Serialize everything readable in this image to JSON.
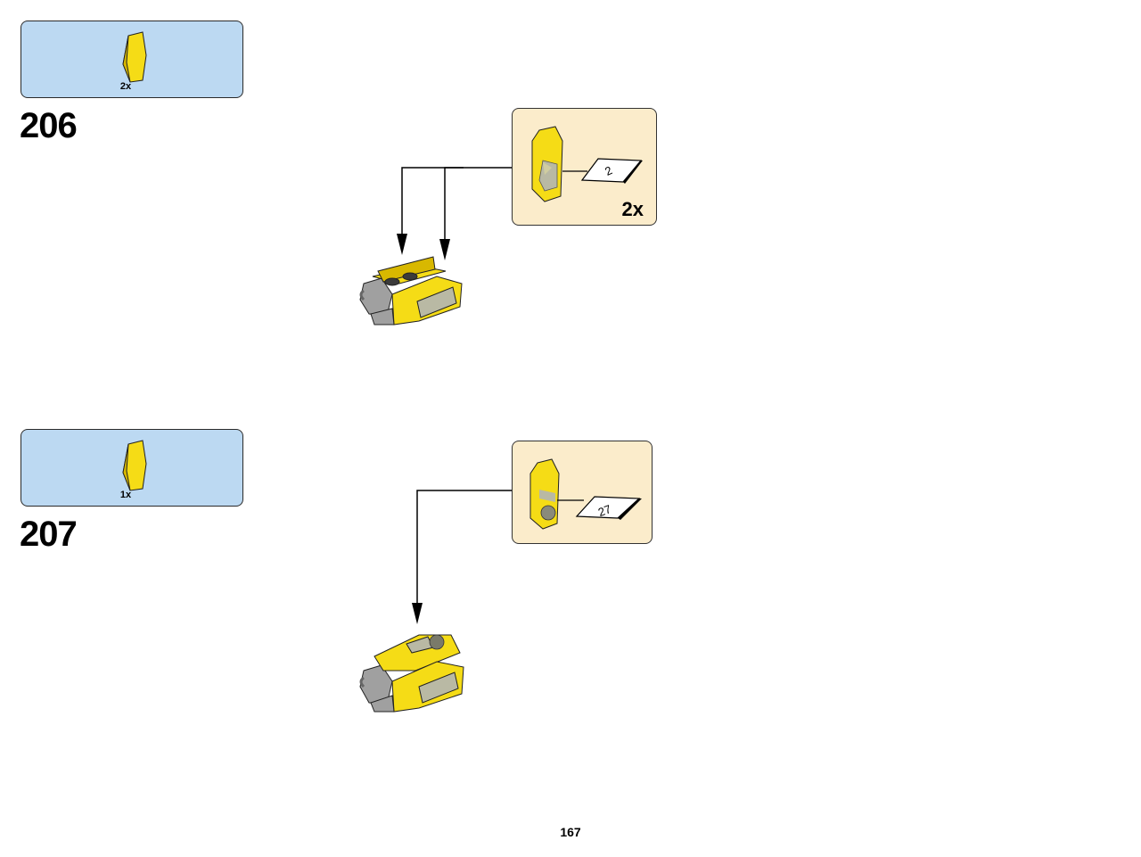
{
  "steps": [
    {
      "number": "206",
      "parts_quantity": "2x",
      "callout_quantity": "2x",
      "sticker_label": "2"
    },
    {
      "number": "207",
      "parts_quantity": "1x",
      "callout_quantity": "",
      "sticker_label": "27"
    }
  ],
  "page_number": "167",
  "colors": {
    "parts_list_background": "#bcd9f2",
    "callout_background": "#fbeccb",
    "brick_yellow": "#f5dc16",
    "brick_gray": "#a0a0a0"
  },
  "icons": [
    "yellow-wedge-brick",
    "sticker-sheet",
    "assembled-submodel"
  ]
}
